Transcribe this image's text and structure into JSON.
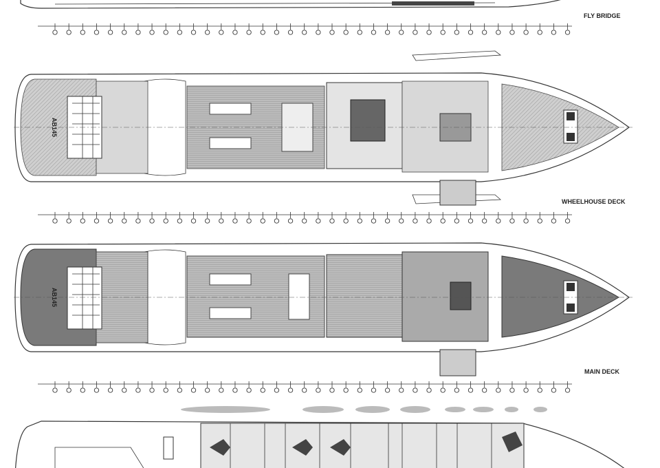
{
  "decks": [
    {
      "label": "FLY BRIDGE"
    },
    {
      "label": "WHEELHOUSE DECK",
      "hull_mark": "AB145"
    },
    {
      "label": "MAIN DECK",
      "hull_mark": "AB145"
    },
    {
      "label": ""
    }
  ],
  "colors": {
    "line": "#333333",
    "deck_fill": "#d8d8d8",
    "background": "#ffffff"
  }
}
